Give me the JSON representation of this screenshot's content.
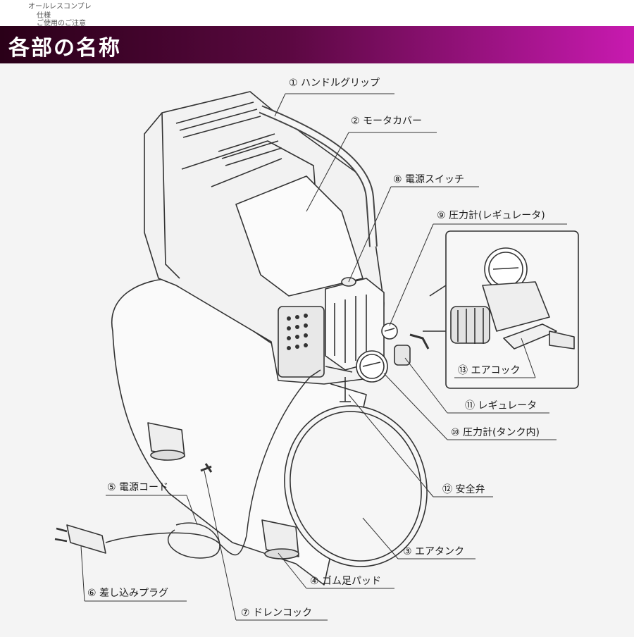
{
  "top_snippet": {
    "line1": "オールレスコンプレ",
    "line2": "仕様",
    "line3": "ご使用のご注意"
  },
  "header": {
    "title": "各部の名称"
  },
  "colors": {
    "header_dark": "#2a0018",
    "header_light": "#c81ab0",
    "line": "#333333"
  },
  "callouts": [
    {
      "num": "①",
      "label": "ハンドルグリップ"
    },
    {
      "num": "②",
      "label": "モータカバー"
    },
    {
      "num": "⑧",
      "label": "電源スイッチ"
    },
    {
      "num": "⑨",
      "label": "圧力計(レギュレータ)"
    },
    {
      "num": "⑬",
      "label": "エアコック"
    },
    {
      "num": "⑪",
      "label": "レギュレータ"
    },
    {
      "num": "⑩",
      "label": "圧力計(タンク内)"
    },
    {
      "num": "⑫",
      "label": "安全弁"
    },
    {
      "num": "③",
      "label": "エアタンク"
    },
    {
      "num": "④",
      "label": "ゴム足パッド"
    },
    {
      "num": "⑤",
      "label": "電源コード"
    },
    {
      "num": "⑥",
      "label": "差し込みプラグ"
    },
    {
      "num": "⑦",
      "label": "ドレンコック"
    }
  ]
}
